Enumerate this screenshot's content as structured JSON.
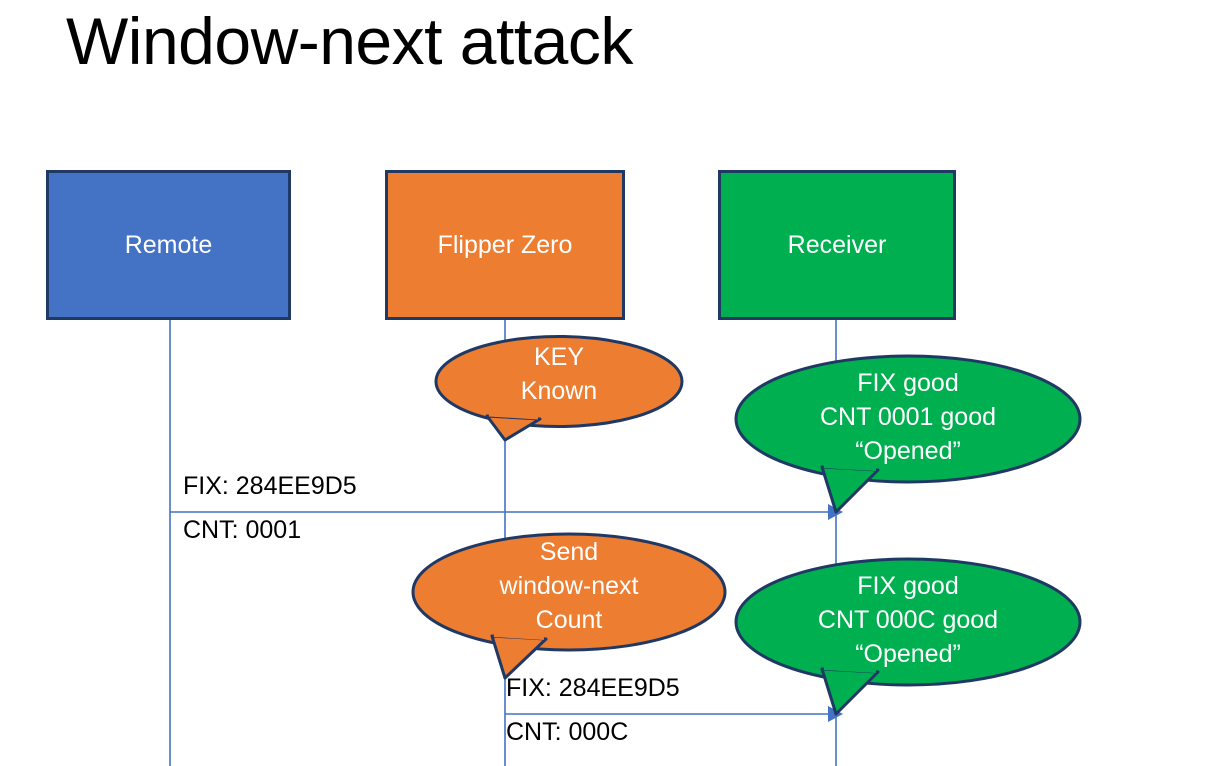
{
  "slide": {
    "title": "Window-next attack",
    "background": "#FFFFFF"
  },
  "colors": {
    "remote_fill": "#4472C4",
    "flipper_fill": "#ED7D31",
    "receiver_fill": "#00B050",
    "box_border": "#1F3864",
    "lifeline": "#4472C4",
    "arrow": "#4472C4",
    "callout_border": "#1F3864",
    "label_text": "#000000",
    "box_text": "#FFFFFF"
  },
  "actors": [
    {
      "id": "remote",
      "label": "Remote"
    },
    {
      "id": "flipper",
      "label": "Flipper Zero"
    },
    {
      "id": "receiver",
      "label": "Receiver"
    }
  ],
  "callouts": [
    {
      "id": "key-known",
      "owner": "flipper",
      "text": "KEY\nKnown"
    },
    {
      "id": "receiver-ok-1",
      "owner": "receiver",
      "text": "FIX good\nCNT 0001 good\n“Opened”"
    },
    {
      "id": "send-window",
      "owner": "flipper",
      "text": "Send\nwindow-next\nCount"
    },
    {
      "id": "receiver-ok-2",
      "owner": "receiver",
      "text": "FIX good\nCNT 000C good\n“Opened”"
    }
  ],
  "messages": [
    {
      "id": "msg-1",
      "from": "remote",
      "to": "receiver",
      "fix_label": "FIX: 284EE9D5",
      "cnt_label": "CNT: 0001"
    },
    {
      "id": "msg-2",
      "from": "flipper",
      "to": "receiver",
      "fix_label": "FIX: 284EE9D5",
      "cnt_label": "CNT: 000C"
    }
  ]
}
